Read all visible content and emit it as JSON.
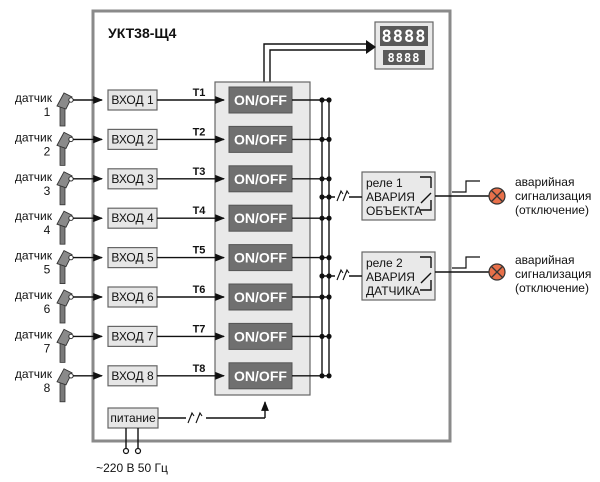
{
  "device": {
    "title": "УКТ38-Щ4"
  },
  "sensors": [
    {
      "label": "датчик",
      "number": "1"
    },
    {
      "label": "датчик",
      "number": "2"
    },
    {
      "label": "датчик",
      "number": "3"
    },
    {
      "label": "датчик",
      "number": "4"
    },
    {
      "label": "датчик",
      "number": "5"
    },
    {
      "label": "датчик",
      "number": "6"
    },
    {
      "label": "датчик",
      "number": "7"
    },
    {
      "label": "датчик",
      "number": "8"
    }
  ],
  "inputs": [
    "ВХОД 1",
    "ВХОД 2",
    "ВХОД 3",
    "ВХОД 4",
    "ВХОД 5",
    "ВХОД 6",
    "ВХОД 7",
    "ВХОД 8"
  ],
  "channels": [
    "T1",
    "T2",
    "T3",
    "T4",
    "T5",
    "T6",
    "T7",
    "T8"
  ],
  "controllers": [
    "ON/OFF",
    "ON/OFF",
    "ON/OFF",
    "ON/OFF",
    "ON/OFF",
    "ON/OFF",
    "ON/OFF",
    "ON/OFF"
  ],
  "display": {
    "top": "8888",
    "bottom": "8888"
  },
  "relays": [
    {
      "line1": "реле 1",
      "line2": "АВАРИЯ",
      "line3": "ОБЪЕКТА"
    },
    {
      "line1": "реле 2",
      "line2": "АВАРИЯ",
      "line3": "ДАТЧИКА"
    }
  ],
  "alarms": [
    {
      "line1": "аварийная",
      "line2": "сигнализация",
      "line3": "(отключение)"
    },
    {
      "line1": "аварийная",
      "line2": "сигнализация",
      "line3": "(отключение)"
    }
  ],
  "power": {
    "label": "питание",
    "supply": "~220 В 50 Гц"
  },
  "colors": {
    "frame": "#8a8a8a",
    "input_fill": "#e6e6e6",
    "panel_fill": "#e9e9e9",
    "onoff_fill": "#707070",
    "lamp": "#e8704a",
    "sensor": "#7a7a7a"
  }
}
